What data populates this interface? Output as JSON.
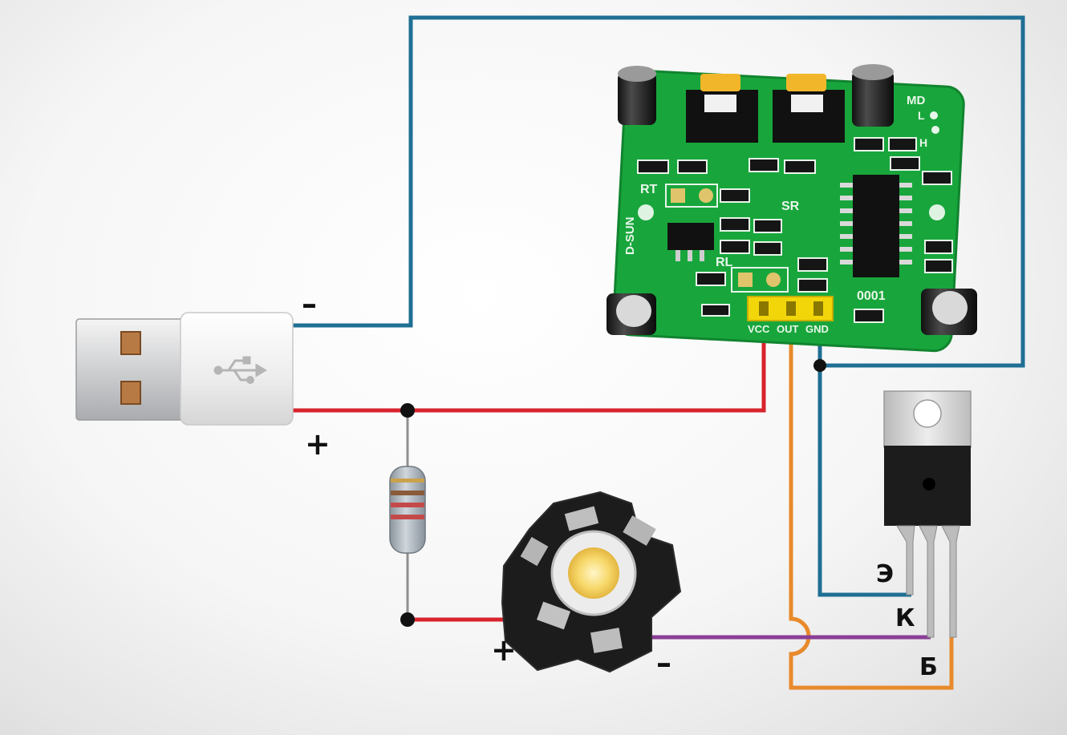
{
  "colors": {
    "background": "#f2f2f2",
    "wire_ground": "#1f6f94",
    "wire_power": "#d8232e",
    "wire_signal": "#e88a2c",
    "wire_led_cathode": "#8a3e96",
    "pcb_green": "#18a63c",
    "header_yellow": "#f2d60a",
    "junction": "#111111"
  },
  "usb": {
    "minus_sign": "–",
    "plus_sign": "+",
    "icon": "usb-trident-icon"
  },
  "sensor_board": {
    "silkscreen": {
      "md": "MD",
      "l": "L",
      "h": "H",
      "rt": "RT",
      "sr": "SR",
      "d_sun": "D-SUN",
      "rl": "RL",
      "code": "0001",
      "vcc": "VCC",
      "out": "OUT",
      "gnd": "GND"
    }
  },
  "led": {
    "plus_sign": "+",
    "minus_sign": "–"
  },
  "transistor": {
    "emitter": "Э",
    "collector": "К",
    "base": "Б"
  }
}
